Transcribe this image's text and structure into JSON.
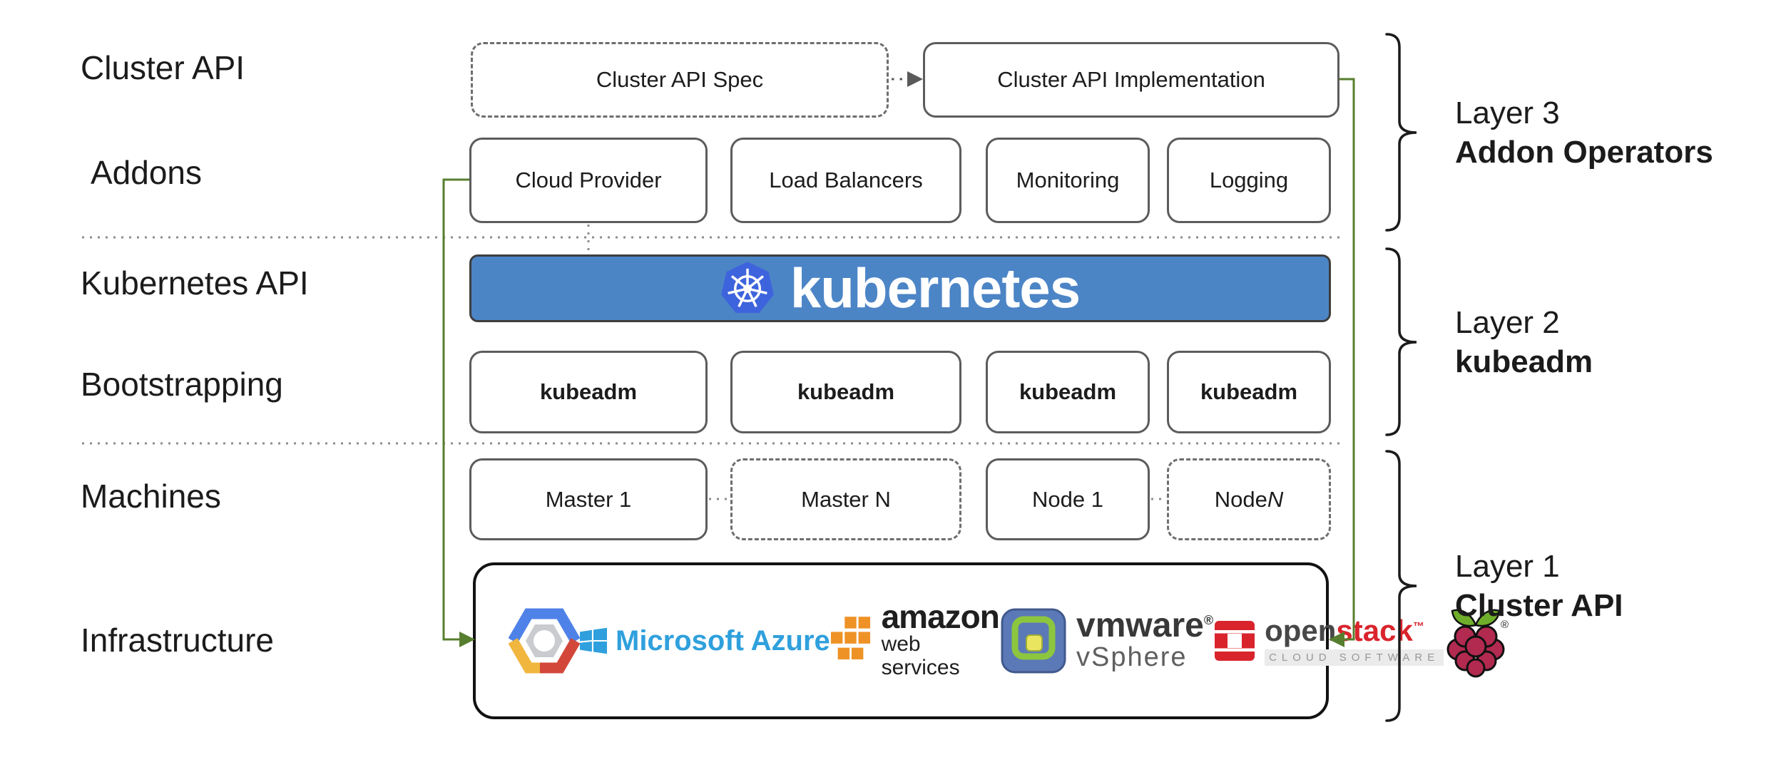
{
  "colors": {
    "green": "#567e2e",
    "banner_blue": "#4c85c6",
    "k8s_heptagon": "#3e64dd",
    "azure_blue": "#2fa0dd",
    "aws_orange": "#ee9226",
    "openstack_red": "#d9242c",
    "vmware_badge": "#5b79b7",
    "vmware_green": "#8cc63f",
    "vmware_yellow": "#eae55f",
    "gcp_blue": "#4f82e8",
    "gcp_red": "#d3473a",
    "gcp_yellow": "#f0b63e",
    "rpi_green": "#6fae2b",
    "rpi_red": "#b22a50",
    "box_border": "#5c5c5c",
    "text_dark": "#1c1c1c"
  },
  "left_labels": [
    {
      "label": "Cluster API"
    },
    {
      "label": "Addons"
    },
    {
      "label": "Kubernetes API"
    },
    {
      "label": "Bootstrapping"
    },
    {
      "label": "Machines"
    },
    {
      "label": "Infrastructure"
    }
  ],
  "cluster_api_row": {
    "spec": "Cluster API Spec",
    "implementation": "Cluster API Implementation"
  },
  "addons_row": [
    "Cloud Provider",
    "Load Balancers",
    "Monitoring",
    "Logging"
  ],
  "kubernetes_banner": {
    "wordmark": "kubernetes"
  },
  "bootstrapping_row": [
    "kubeadm",
    "kubeadm",
    "kubeadm",
    "kubeadm"
  ],
  "machines_row": [
    {
      "label": "Master 1",
      "italic": ""
    },
    {
      "label": "Master N",
      "italic": ""
    },
    {
      "label": "Node 1",
      "italic": ""
    },
    {
      "label": "Node ",
      "italic": "N"
    }
  ],
  "infrastructure": {
    "azure_text": "Microsoft Azure",
    "aws_line1": "amazon",
    "aws_line2": "web services",
    "vmware_line1": "vmware",
    "vmware_reg": "®",
    "vmware_line2": "vSphere",
    "openstack_open": "open",
    "openstack_stack": "stack",
    "openstack_tm": "™",
    "openstack_sub": "CLOUD SOFTWARE",
    "rpi_reg": "®"
  },
  "layers": [
    {
      "line1": "Layer 3",
      "line2": "Addon Operators"
    },
    {
      "line1": "Layer 2",
      "line2": "kubeadm"
    },
    {
      "line1": "Layer 1",
      "line2": "Cluster API"
    }
  ]
}
